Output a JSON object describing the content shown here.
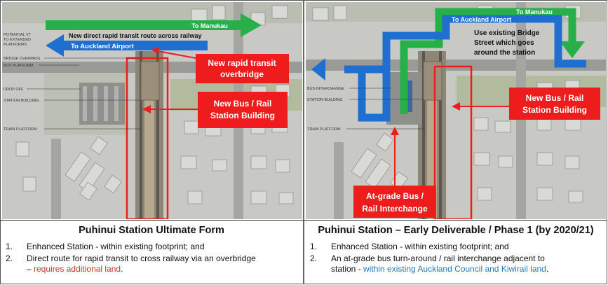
{
  "left_panel": {
    "arrow_green_label": "To Manukau",
    "arrow_blue_label": "To Auckland Airport",
    "route_label": "New direct rapid transit route across railway",
    "side_labels": [
      "POTENTIAL VT",
      "TO EXTENDED",
      "PLATFORMS",
      "BRIDGE OVERPASS",
      "BUS PLATFORM",
      "DROP OFF",
      "STATION BUILDING",
      "TRAIN PLATFORM"
    ],
    "callout_1": [
      "New  rapid transit",
      "overbridge"
    ],
    "callout_2": [
      "New Bus / Rail",
      "Station Building"
    ]
  },
  "right_panel": {
    "arrow_green_label": "To Manukau",
    "arrow_blue_label": "To Auckland Airport",
    "bridge_note": [
      "Use existing Bridge",
      "Street which goes",
      "around the station"
    ],
    "side_labels": [
      "BUS INTERCHANGE",
      "STATION BUILDING",
      "TRAIN PLATFORM"
    ],
    "callout_1": [
      "New Bus / Rail",
      "Station Building"
    ],
    "callout_2": [
      "At-grade Bus /",
      "Rail Interchange"
    ]
  },
  "captions": {
    "left": {
      "title": "Puhinui Station Ultimate Form",
      "item1": "Enhanced Station - within existing footprint; and",
      "item2_a": "Direct route for rapid transit to cross railway via an overbridge",
      "item2_b": "– ",
      "item2_red": "requires additional land",
      "item2_end": "."
    },
    "right": {
      "title": "Puhinui Station – Early Deliverable / Phase 1 (by 2020/21)",
      "item1": "Enhanced Station - within existing footprint; and",
      "item2_a": "An at-grade bus turn-around / rail interchange adjacent to",
      "item2_b": "station - ",
      "item2_blue": "within existing Auckland Council and Kiwirail land",
      "item2_end": "."
    },
    "num1": "1.",
    "num2": "2."
  },
  "colors": {
    "green": "#27b04a",
    "blue": "#1f6fd1",
    "red": "#ee1c1c",
    "callout_text": "#ffffff"
  }
}
